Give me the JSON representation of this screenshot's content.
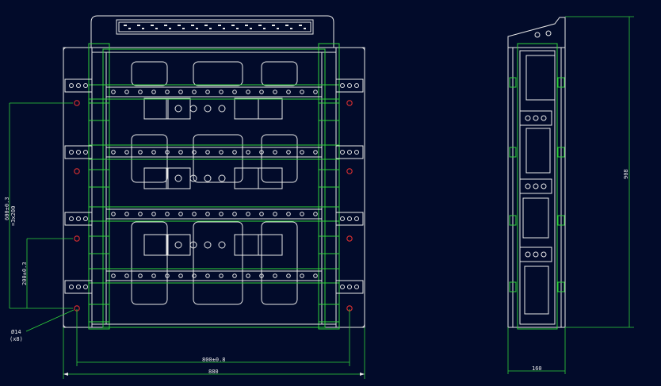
{
  "drawing": {
    "background": "#020b2a",
    "line_color": "#e8e8e8",
    "accent_color": "#2fd23a",
    "hole_color": "#e03030"
  },
  "dimensions": {
    "overall_width": "880",
    "hole_span_width": "800±0.8",
    "height_side": "908",
    "side_depth": "160",
    "pitch_small": "200±0.3",
    "pitch_large": "600±0.3",
    "pitch_large_sub": "=3x200",
    "hole_callout_size": "Ø14",
    "hole_callout_count": "(x8)"
  }
}
